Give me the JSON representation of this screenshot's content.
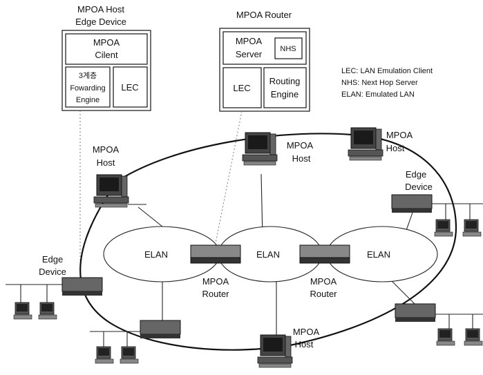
{
  "host_edge_block": {
    "title_line1": "MPOA Host",
    "title_line2": "Edge Device",
    "client_line1": "MPOA",
    "client_line2": "Cilent",
    "fwd_line1": "3계층",
    "fwd_line2": "Fowarding",
    "fwd_line3": "Engine",
    "lec": "LEC"
  },
  "router_block": {
    "title": "MPOA Router",
    "server_line1": "MPOA",
    "server_line2": "Server",
    "nhs": "NHS",
    "lec": "LEC",
    "routing_line1": "Routing",
    "routing_line2": "Engine"
  },
  "legend": [
    "LEC: LAN Emulation Client",
    "NHS: Next Hop Server",
    "ELAN: Emulated LAN"
  ],
  "elans": [
    "ELAN",
    "ELAN",
    "ELAN"
  ],
  "labels": {
    "host_left_1": "MPOA",
    "host_left_2": "Host",
    "host_top_1": "MPOA",
    "host_top_2": "Host",
    "host_right_1": "MPOA",
    "host_right_2": "Host",
    "host_bottom_1": "MPOA",
    "host_bottom_2": "Host",
    "edge_left_1": "Edge",
    "edge_left_2": "Device",
    "edge_right_1": "Edge",
    "edge_right_2": "Device",
    "router_left_1": "MPOA",
    "router_left_2": "Router",
    "router_right_1": "MPOA",
    "router_right_2": "Router"
  }
}
